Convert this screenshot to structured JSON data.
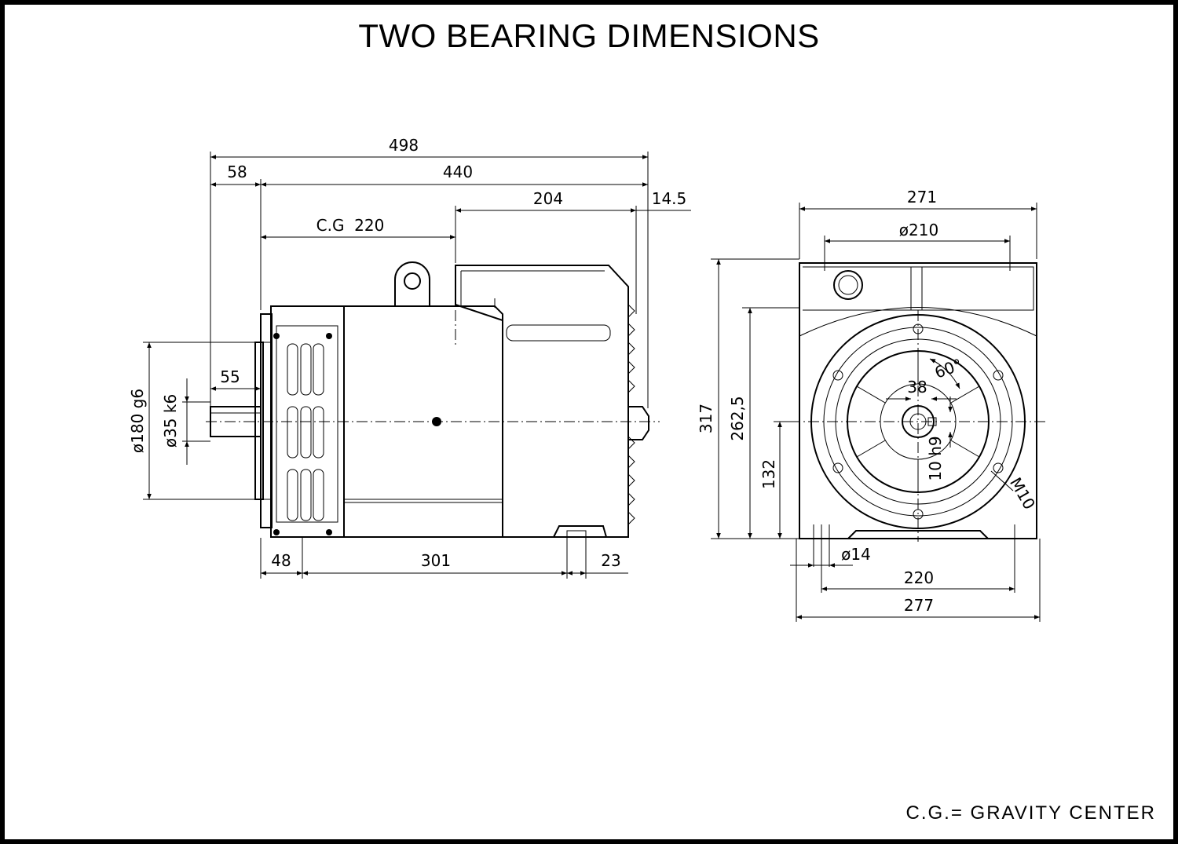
{
  "title": "TWO BEARING DIMENSIONS",
  "footer_note": "C.G.= GRAVITY CENTER",
  "side_view": {
    "dim_overall": "498",
    "dim_shaft_ext": "58",
    "dim_body": "440",
    "dim_rear": "204",
    "dim_cap": "14.5",
    "dim_cg": "C.G  220",
    "dim_shaft_len": "55",
    "dim_flange_dia": "ø180 g6",
    "dim_shaft_dia": "ø35 k6",
    "dim_foot_front": "48",
    "dim_foot_span": "301",
    "dim_foot_rear": "23"
  },
  "end_view": {
    "dim_width_top": "271",
    "dim_bolt_circle": "ø210",
    "dim_height": "317",
    "dim_frame_height": "262,5",
    "dim_shaft_height": "132",
    "dim_angle": "60°",
    "dim_key_depth": "38",
    "dim_key_width": "10 h9",
    "dim_thread": "M10",
    "dim_foot_hole": "ø14",
    "dim_foot_span": "220",
    "dim_width_base": "277"
  }
}
